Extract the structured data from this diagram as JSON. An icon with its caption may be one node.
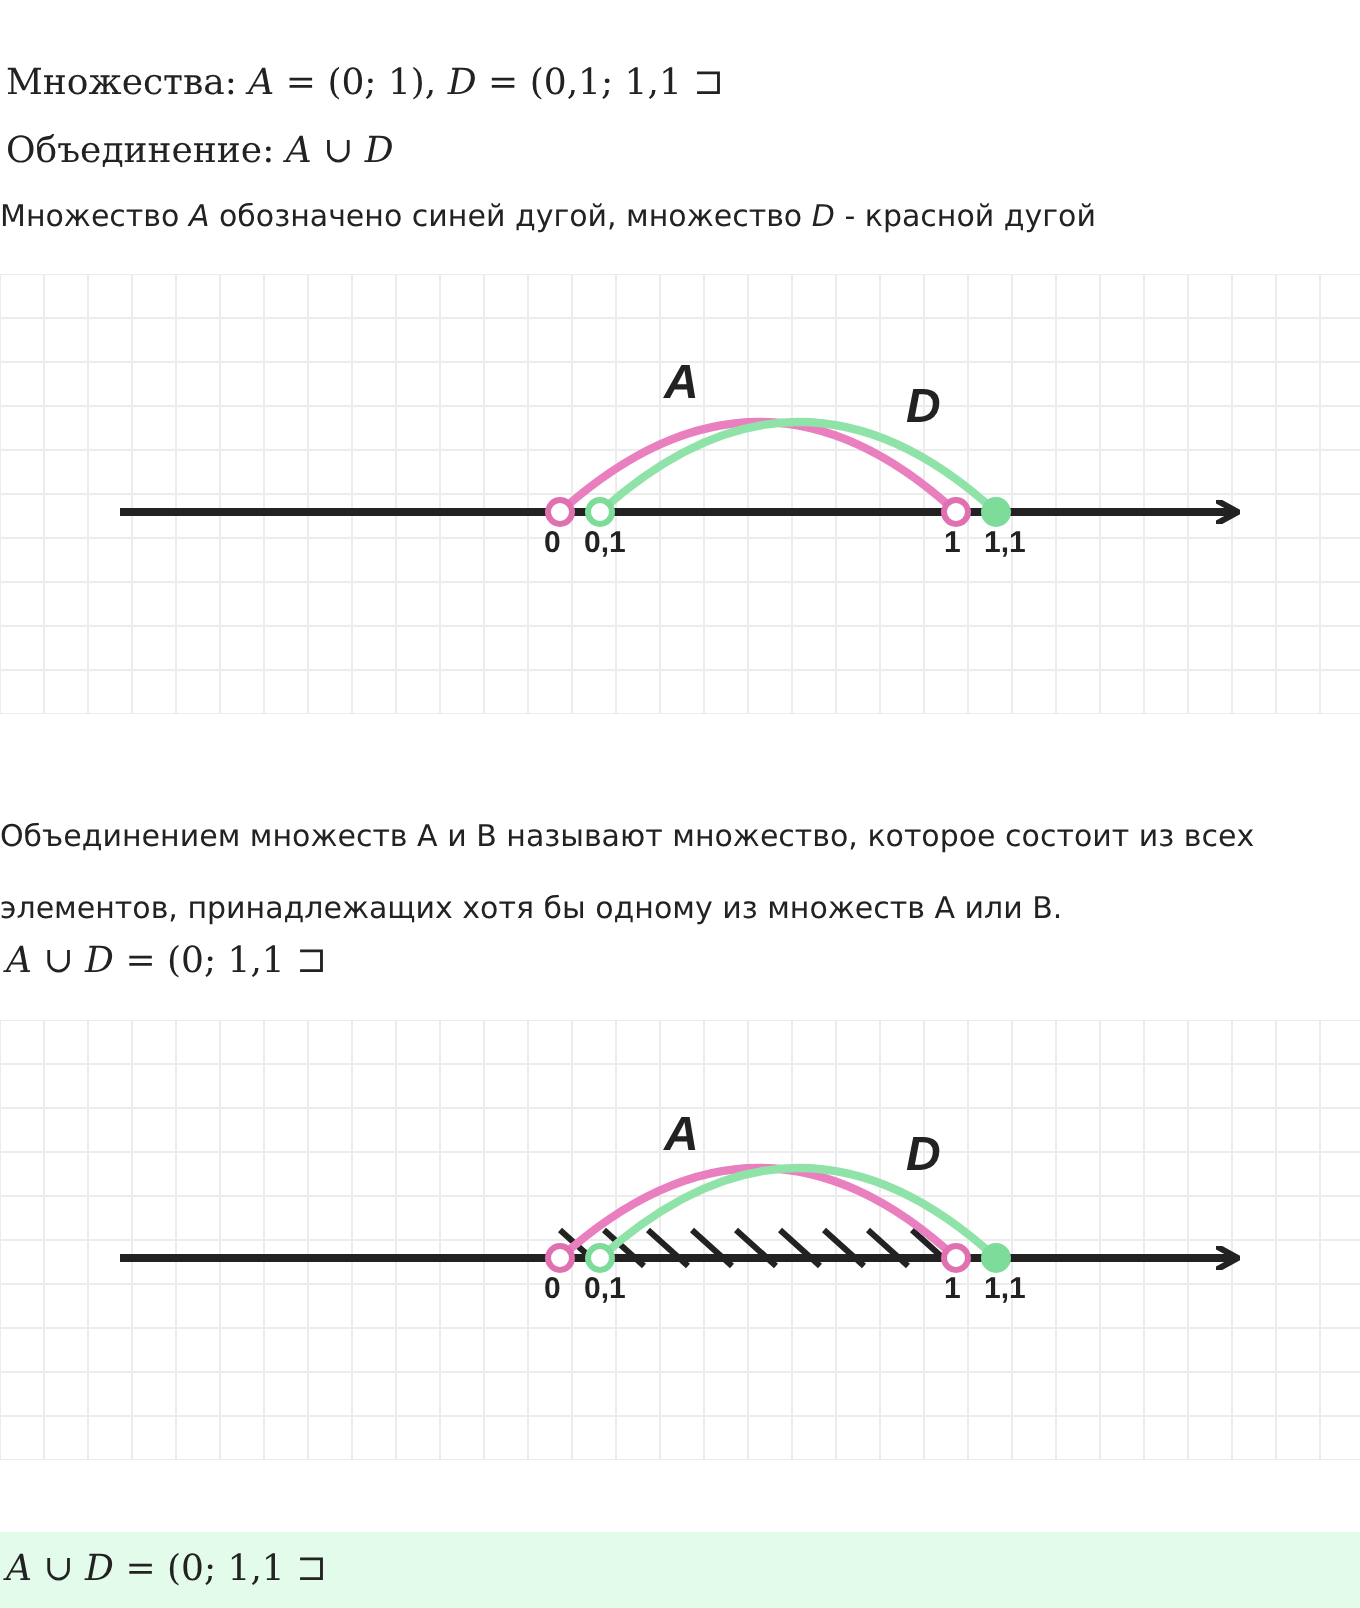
{
  "diagram": {
    "nodes": [
      {
        "text": [
          "*A* ∪ *D* = (0; 1,1 ⊐"
        ]
      }
    ],
    "labels": [
      "Множества: *A* = (0; 1),  *D* = (0,1; 1,1 ⊐",
      "Объединение: *A* ∪ *D*",
      "Множество *A* обозначено синей дугой, множество *D* - красной дугой",
      "A",
      "D",
      "0",
      "0,1",
      "1",
      "1,1",
      "Объединением множеств А и В называют множество, которое состоит из всех элементов, принадлежащих хотя бы одному из множеств А или В.",
      "*A* ∪ *D* = (0; 1,1 ⊐",
      "A",
      "D",
      "0",
      "0,1",
      "1",
      "1,1"
    ]
  }
}
